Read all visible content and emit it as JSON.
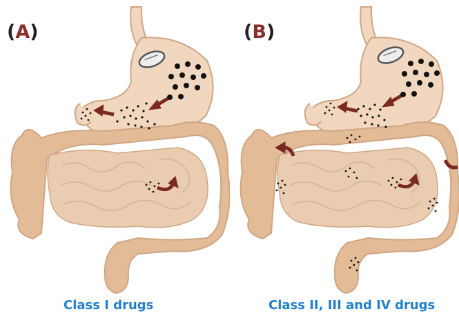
{
  "panels": [
    {
      "label_open": "(",
      "label_letter": "A",
      "label_close": ")",
      "caption": "Class I drugs"
    },
    {
      "label_open": "(",
      "label_letter": "B",
      "label_close": ")",
      "caption": "Class II, III and IV drugs"
    }
  ],
  "colors": {
    "label_letter": "#8b2e2a",
    "caption": "#1f7fd0",
    "organ_fill": "#f1d7bf",
    "intestine_fill": "#eacdb1",
    "colon_fill": "#e3bb96",
    "outline": "#cfa583",
    "arrow": "#7a2a22",
    "particle": "#111111"
  },
  "icons": [
    "tablet-icon",
    "arrow-icon",
    "particle-cluster-icon"
  ]
}
